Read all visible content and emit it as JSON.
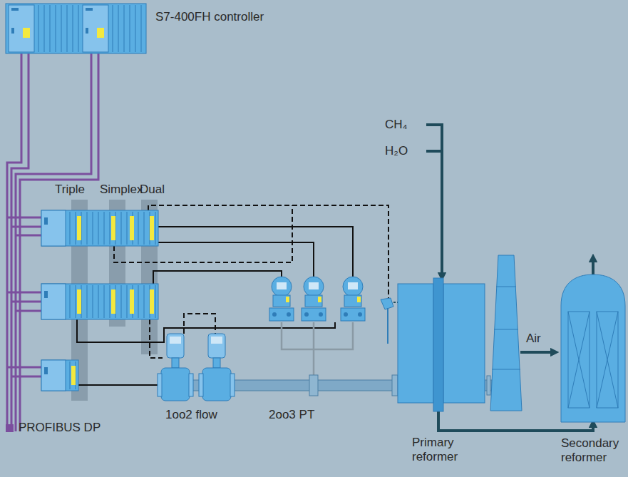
{
  "diagram": {
    "nodes": [
      {
        "text": [
          "S7-400FH controller"
        ]
      },
      {
        "text": [
          "Primary reformer"
        ]
      },
      {
        "text": [
          "Secondary reformer"
        ]
      }
    ],
    "edges": [
      {
        "from": 1,
        "to": 2,
        "arrow": "to"
      }
    ],
    "labels": [
      "Triple",
      "Simplex",
      "Dual",
      "1oo2 flow",
      "2oo3 PT",
      "CH₄",
      "H₂O",
      "Air"
    ],
    "legend": [
      {
        "text": "PROFIBUS DP",
        "color": "#7b4f9e"
      }
    ]
  }
}
